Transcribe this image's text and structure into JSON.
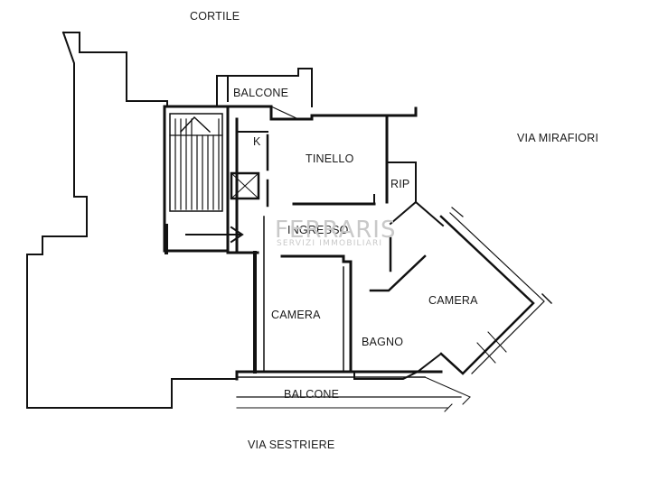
{
  "labels": {
    "cortile": "CORTILE",
    "via_mirafiori": "VIA MIRAFIORI",
    "via_sestriere": "VIA SESTRIERE",
    "balcone_top": "BALCONE",
    "balcone_bottom": "BALCONE",
    "tinello": "TINELLO",
    "k": "K",
    "rip": "RIP",
    "ingresso": "INGRESSO",
    "camera_left": "CAMERA",
    "camera_right": "CAMERA",
    "bagno": "BAGNO"
  },
  "watermark": {
    "brand": "FERRARIS",
    "subtitle": "SERVIZI IMMOBILIARI"
  }
}
